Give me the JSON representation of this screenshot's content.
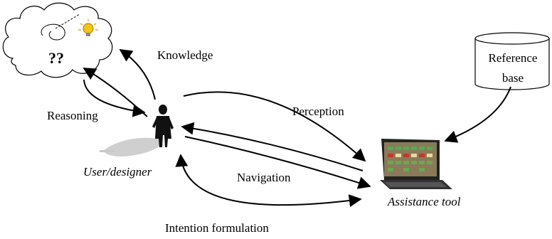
{
  "labels": {
    "knowledge": "Knowledge",
    "reasoning": "Reasoning",
    "perception": "Perception",
    "navigation": "Navigation",
    "intention": "Intention formulation",
    "user": "User/designer",
    "assistance": "Assistance tool",
    "reference_line1": "Reference",
    "reference_line2": "base",
    "question_marks": "??"
  },
  "colors": {
    "stroke": "#000000",
    "bulb": "#f5c518",
    "shadow": "#c8c8c8",
    "screen_bg": "#8a7a5a"
  },
  "icons": [
    "thought-cloud-icon",
    "lightbulb-icon",
    "user-silhouette-icon",
    "laptop-icon",
    "database-cylinder-icon"
  ]
}
